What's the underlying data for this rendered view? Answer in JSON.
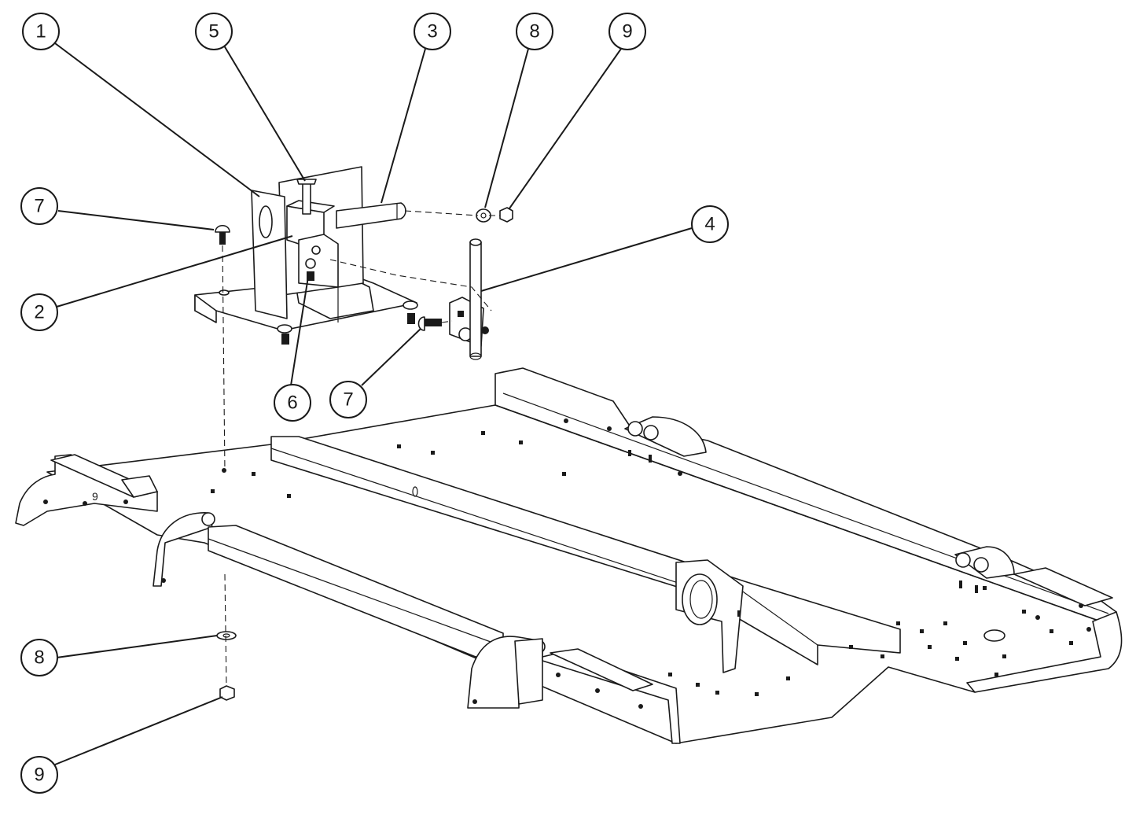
{
  "diagram": {
    "callouts": [
      {
        "id": "c1",
        "label": "1"
      },
      {
        "id": "c5",
        "label": "5"
      },
      {
        "id": "c3",
        "label": "3"
      },
      {
        "id": "c8a",
        "label": "8"
      },
      {
        "id": "c9a",
        "label": "9"
      },
      {
        "id": "c7a",
        "label": "7"
      },
      {
        "id": "c4",
        "label": "4"
      },
      {
        "id": "c2",
        "label": "2"
      },
      {
        "id": "c6",
        "label": "6"
      },
      {
        "id": "c7b",
        "label": "7"
      },
      {
        "id": "c8b",
        "label": "8"
      },
      {
        "id": "c9b",
        "label": "9"
      }
    ],
    "stamp_label": "9"
  }
}
